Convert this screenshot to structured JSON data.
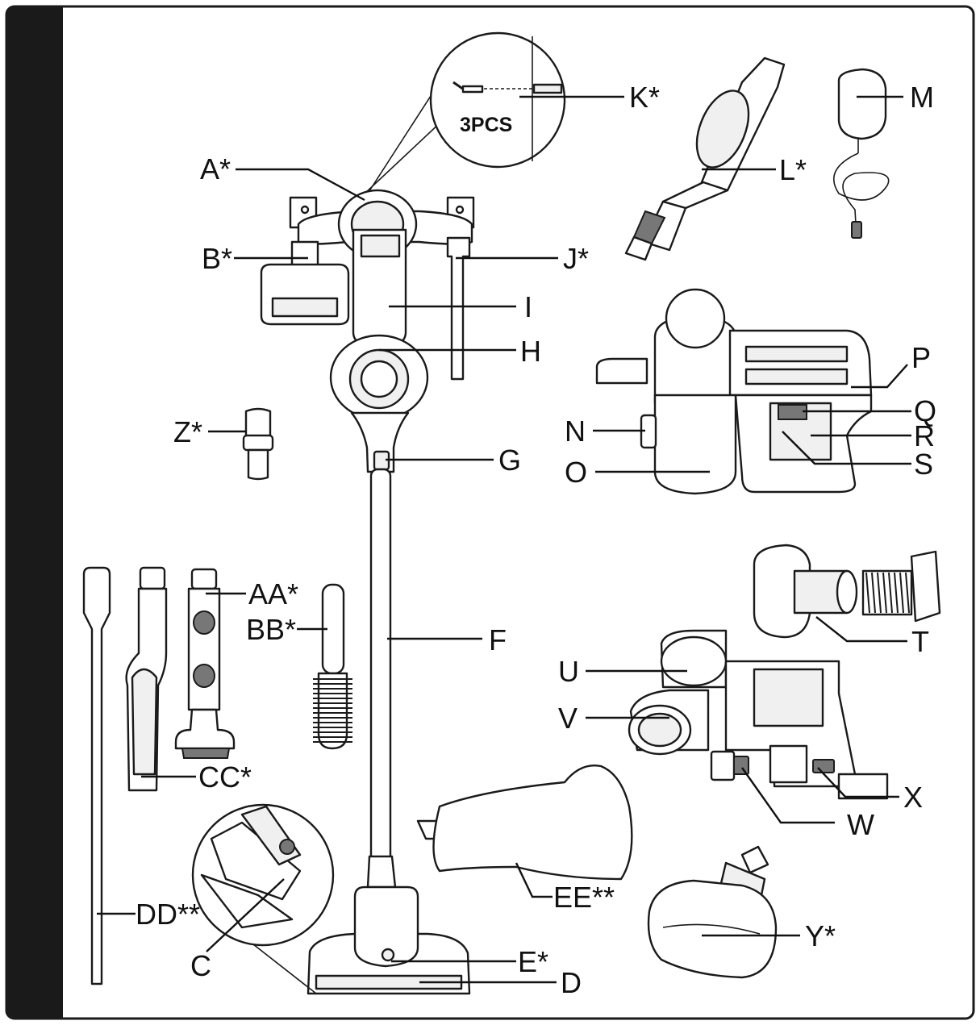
{
  "colors": {
    "background": "#ffffff",
    "ink": "#111111",
    "spine": "#1a1a1a",
    "part_fill": "#ffffff",
    "shade": "#777777"
  },
  "inset_text": "3PCS",
  "labels": {
    "A": "A*",
    "B": "B*",
    "C": "C",
    "D": "D",
    "E": "E*",
    "F": "F",
    "G": "G",
    "H": "H",
    "I": "I",
    "J": "J*",
    "K": "K*",
    "L": "L*",
    "M": "M",
    "N": "N",
    "O": "O",
    "P": "P",
    "Q": "Q",
    "R": "R",
    "S": "S",
    "T": "T",
    "U": "U",
    "V": "V",
    "W": "W",
    "X": "X",
    "Y": "Y*",
    "Z": "Z*",
    "AA": "AA*",
    "BB": "BB*",
    "CC": "CC*",
    "DD": "DD**",
    "EE": "EE**"
  }
}
